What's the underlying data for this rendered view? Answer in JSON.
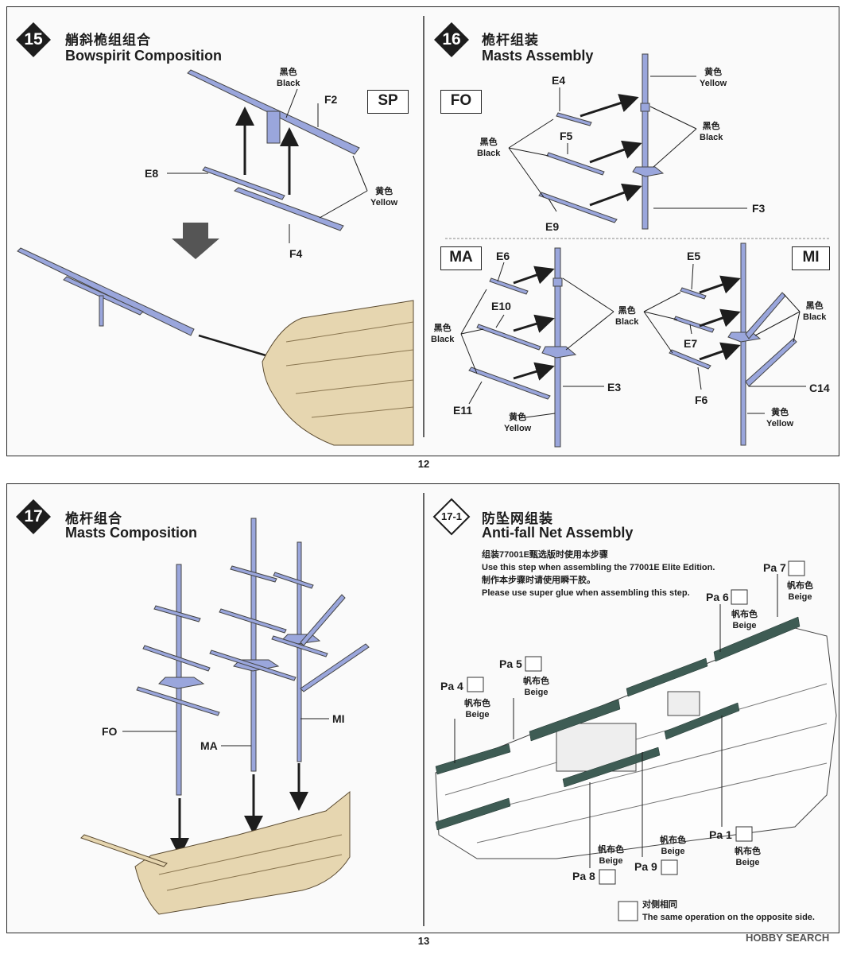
{
  "pages": {
    "top": "12",
    "bottom": "13"
  },
  "colors": {
    "part": "#9aa6dc",
    "hull": "#e6d6b0",
    "net": "#3e5c54",
    "ink": "#1d1d1d"
  },
  "step15": {
    "num": "15",
    "title_cn": "艄斜桅组组合",
    "title_en": "Bowspirit Composition",
    "box": "SP",
    "labels": {
      "f2": "F2",
      "e8": "E8",
      "f4": "F4"
    },
    "black": {
      "cn": "黑色",
      "en": "Black"
    },
    "yellow": {
      "cn": "黄色",
      "en": "Yellow"
    }
  },
  "step16": {
    "num": "16",
    "title_cn": "桅杆组装",
    "title_en": "Masts Assembly",
    "fo": {
      "box": "FO",
      "e4": "E4",
      "f5": "F5",
      "e9": "E9",
      "f3": "F3"
    },
    "ma": {
      "box": "MA",
      "e6": "E6",
      "e10": "E10",
      "e11": "E11",
      "e3": "E3"
    },
    "mi": {
      "box": "MI",
      "e5": "E5",
      "e7": "E7",
      "f6": "F6",
      "c14": "C14"
    },
    "black": {
      "cn": "黑色",
      "en": "Black"
    },
    "yellow": {
      "cn": "黄色",
      "en": "Yellow"
    }
  },
  "step17": {
    "num": "17",
    "title_cn": "桅杆组合",
    "title_en": "Masts Composition",
    "labels": {
      "fo": "FO",
      "ma": "MA",
      "mi": "MI"
    }
  },
  "step171": {
    "num": "17-1",
    "title_cn": "防坠网组装",
    "title_en": "Anti-fall Net Assembly",
    "notes": [
      "组装77001E甄选版时使用本步骤",
      "Use this step when assembling the 77001E Elite Edition.",
      "制作本步骤时请使用瞬干胶。",
      "Please use super glue when assembling this step."
    ],
    "beige": {
      "cn": "帆布色",
      "en": "Beige"
    },
    "parts": {
      "pa1": "Pa 1",
      "pa4": "Pa 4",
      "pa5": "Pa 5",
      "pa6": "Pa 6",
      "pa7": "Pa 7",
      "pa8": "Pa 8",
      "pa9": "Pa 9"
    },
    "opposite": {
      "cn": "对侧相同",
      "en": "The same operation on the opposite side."
    }
  },
  "watermark": "HOBBY SEARCH"
}
